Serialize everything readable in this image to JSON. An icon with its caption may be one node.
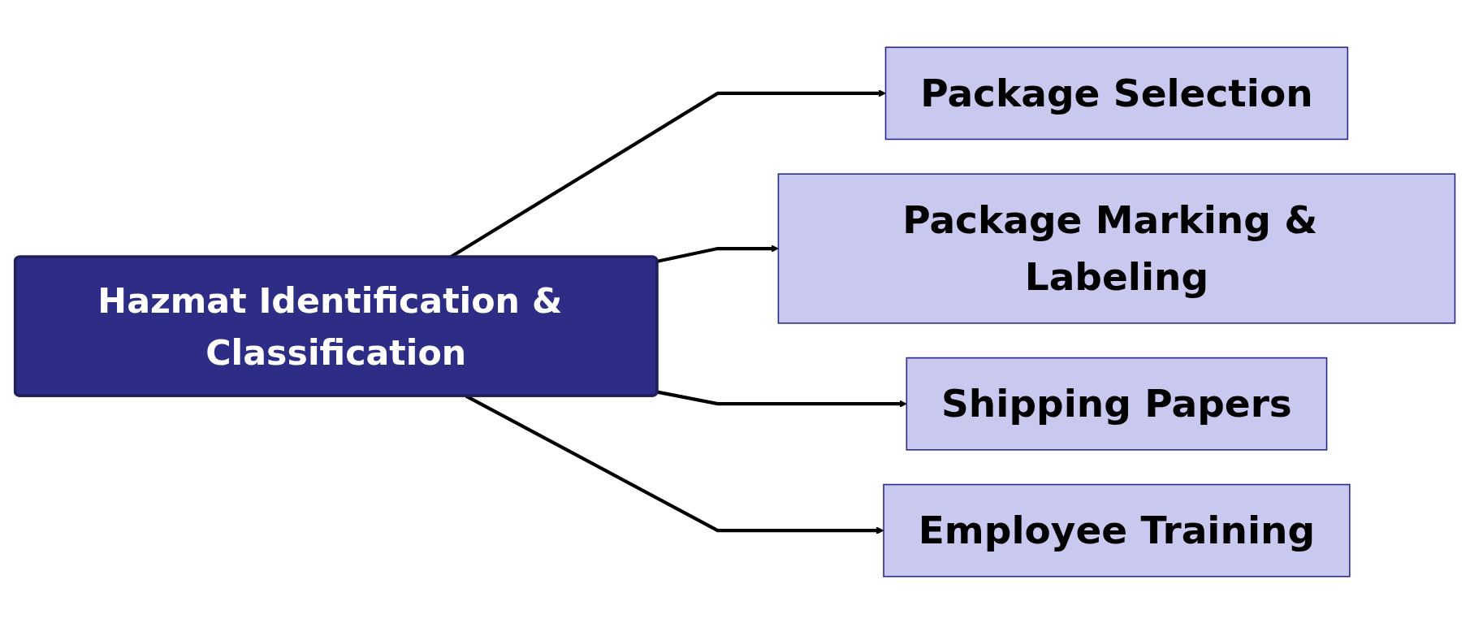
{
  "diagram": {
    "nodes": [
      {
        "text": [
          "Hazmat Identification & Classification"
        ]
      },
      {
        "text": [
          "Package Selection"
        ]
      },
      {
        "text": [
          "Package Marking & Labeling"
        ]
      },
      {
        "text": [
          "Shipping Papers"
        ]
      },
      {
        "text": [
          "Employee Training"
        ]
      }
    ],
    "edges": [
      {
        "from": 0,
        "to": 1,
        "arrow": "to"
      },
      {
        "from": 0,
        "to": 2,
        "arrow": "to"
      },
      {
        "from": 0,
        "to": 3,
        "arrow": "to"
      },
      {
        "from": 0,
        "to": 4,
        "arrow": "to"
      }
    ]
  }
}
